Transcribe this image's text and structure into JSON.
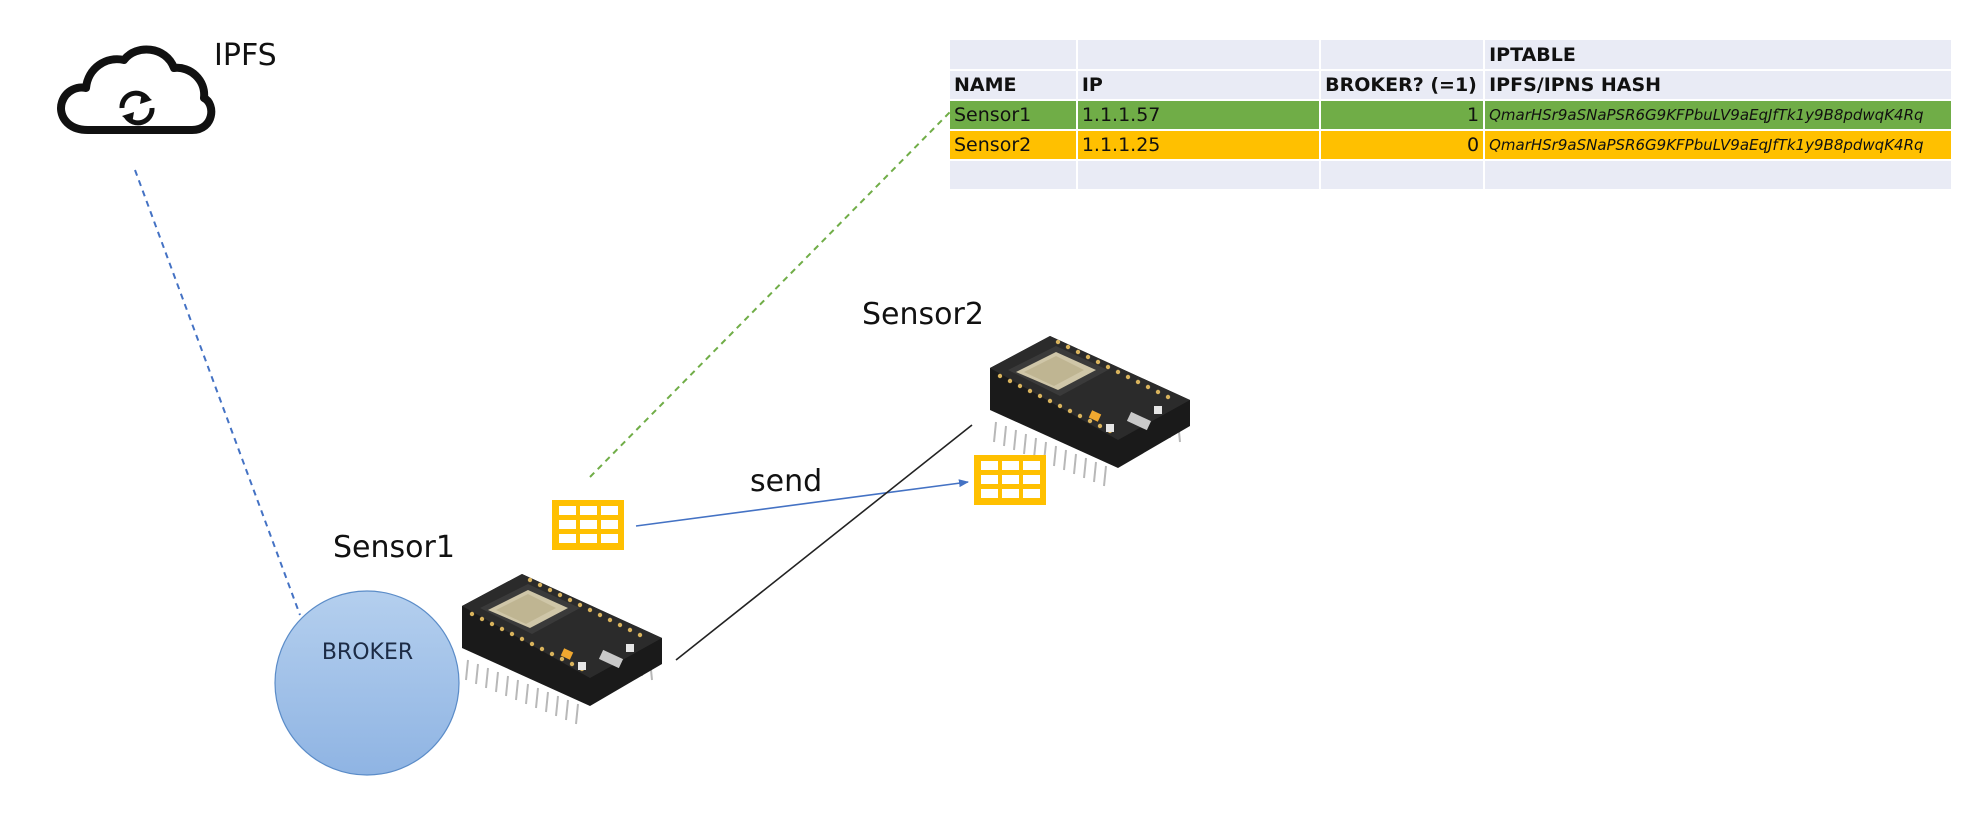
{
  "cloud": {
    "label": "IPFS",
    "icon": "cloud-sync-icon"
  },
  "broker": {
    "label": "BROKER"
  },
  "sensor1": {
    "label": "Sensor1",
    "icon": "esp32-board-icon"
  },
  "sensor2": {
    "label": "Sensor2",
    "icon": "esp32-board-icon"
  },
  "send": {
    "label": "send"
  },
  "iptable": {
    "title": "IPTABLE",
    "columns": [
      "NAME",
      "IP",
      "BROKER? (=1)",
      "IPFS/IPNS HASH"
    ],
    "rows": [
      {
        "name": "Sensor1",
        "ip": "1.1.1.57",
        "broker": "1",
        "hash": "QmarHSr9aSNaPSR6G9KFPbuLV9aEqJfTk1y9B8pdwqK4Rq",
        "color": "#70ad47"
      },
      {
        "name": "Sensor2",
        "ip": "1.1.1.25",
        "broker": "0",
        "hash": "QmarHSr9aSNaPSR6G9KFPbuLV9aEqJfTk1y9B8pdwqK4Rq",
        "color": "#ffc000"
      }
    ]
  },
  "colors": {
    "table_icon": "#ffc000",
    "broker_fill": "#9dc3e6",
    "link_blue": "#4472c4",
    "link_green": "#70ad47"
  }
}
